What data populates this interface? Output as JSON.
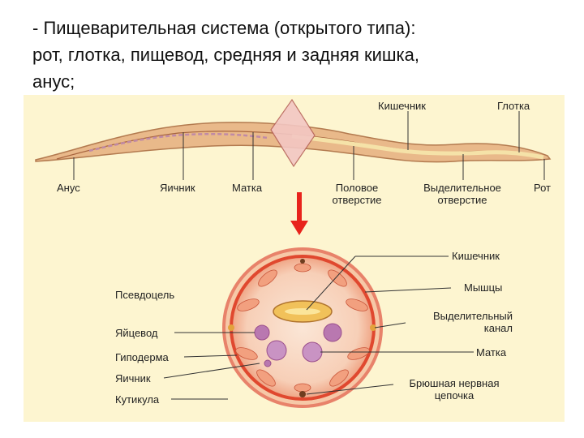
{
  "heading": {
    "line1": "- Пищеварительная система (открытого типа):",
    "line2": "рот, глотка, пищевод, средняя и задняя кишка,",
    "line3": "анус;"
  },
  "worm_labels": {
    "intestine": "Кишечник",
    "pharynx": "Глотка",
    "anus": "Анус",
    "ovary": "Яичник",
    "uterus": "Матка",
    "genital_opening_1": "Половое",
    "genital_opening_2": "отверстие",
    "excretory_opening_1": "Выделительное",
    "excretory_opening_2": "отверстие",
    "mouth": "Рот"
  },
  "section_labels": {
    "intestine": "Кишечник",
    "pseudocoel": "Псевдоцель",
    "muscles": "Мышцы",
    "excretory_canal_1": "Выделительный",
    "excretory_canal_2": "канал",
    "oviduct": "Яйцевод",
    "uterus": "Матка",
    "hypodermis": "Гиподерма",
    "ovary": "Яичник",
    "nerve_cord_1": "Брюшная нервная",
    "nerve_cord_2": "цепочка",
    "cuticle": "Кутикула"
  },
  "colors": {
    "panel": "#fdf5d0",
    "worm_body": "#e9b98a",
    "worm_outline": "#b37a4f",
    "section_ring": "#e0482f",
    "arrow": "#e8231c"
  }
}
